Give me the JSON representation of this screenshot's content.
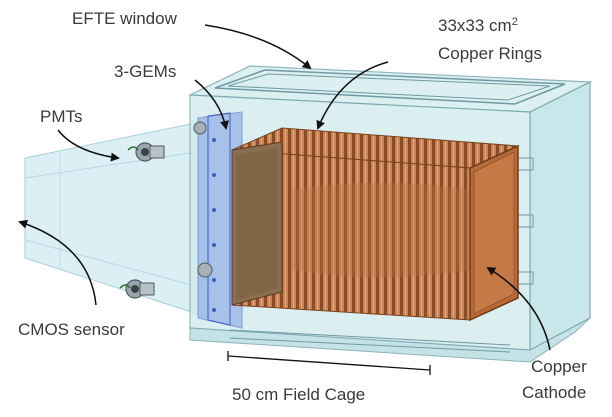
{
  "labels": {
    "efte_window": "EFTE window",
    "copper_rings_line1": "33x33 cm",
    "copper_rings_sup": "2",
    "copper_rings_line2": "Copper Rings",
    "gems": "3-GEMs",
    "pmts": "PMTs",
    "cmos": "CMOS sensor",
    "field_cage": "50 cm Field Cage",
    "cathode_line1": "Copper",
    "cathode_line2": "Cathode"
  },
  "colors": {
    "vessel_fill": "#cfe9ec",
    "vessel_edge": "#7aa7b0",
    "gem_blue": "#5b7fd6",
    "copper": "#b86a38",
    "copper_dark": "#7a4322",
    "copper_light": "#d99b6c",
    "cmos_cone": "#d8eef5",
    "arrow": "#111111"
  }
}
